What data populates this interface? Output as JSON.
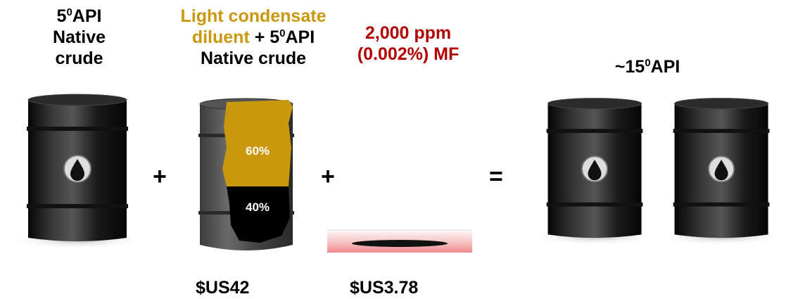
{
  "labels": {
    "native_api": "5",
    "native_sup": "0",
    "native_api_suffix": "API",
    "native_line2": "Native",
    "native_line3": "crude",
    "diluent_line1": "Light condensate",
    "diluent_word": "diluent",
    "diluent_plus": " + 5",
    "diluent_sup": "0",
    "diluent_api": "API",
    "diluent_line3": "Native crude",
    "mf_line1": "2,000 ppm",
    "mf_line2": "(0.002%) MF",
    "result_prefix": "~15",
    "result_sup": "0",
    "result_api": "API"
  },
  "operators": {
    "plus1": "+",
    "plus2": "+",
    "equals": "="
  },
  "mix": {
    "condensate_pct": "60%",
    "native_pct": "40%"
  },
  "prices": {
    "mix_price": "$US42",
    "mf_price": "$US3.78"
  },
  "colors": {
    "condensate": "#C9980C",
    "mf_text": "#B30000",
    "barrel_dark": "#141414",
    "native_fill": "#000000"
  },
  "icons": {
    "barrel": "oil-barrel-icon",
    "drop": "oil-drop-icon"
  }
}
